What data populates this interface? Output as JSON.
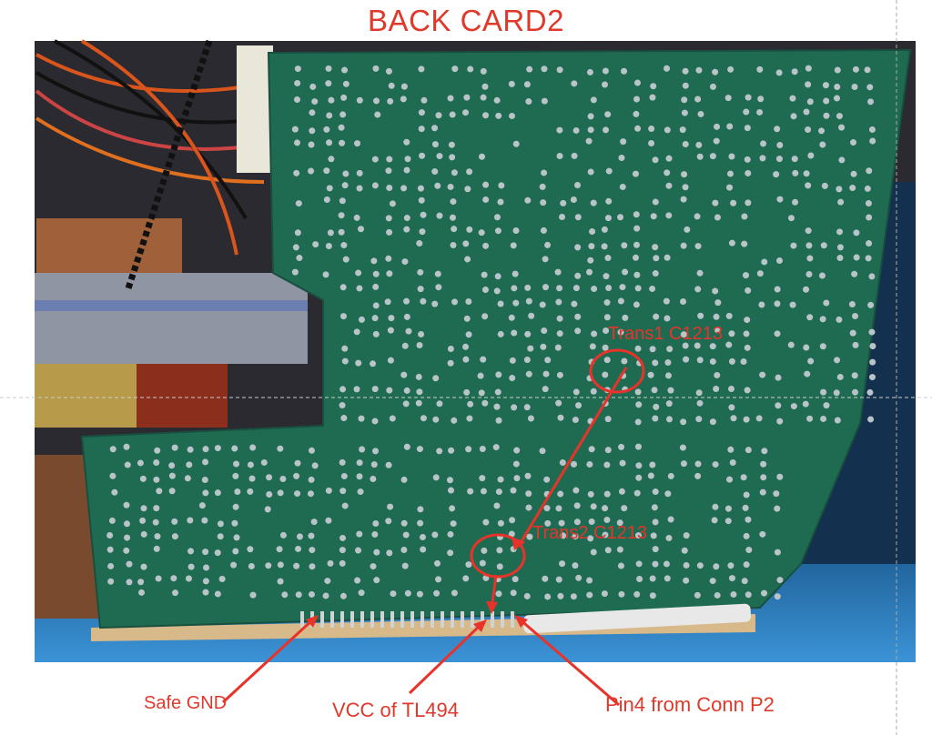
{
  "title": "BACK CARD2",
  "annotations": {
    "trans1": "Trans1 C1213",
    "trans2": "Trans2 C1213",
    "safe_gnd": "Safe GND",
    "vcc": "VCC of TL494",
    "pin4": "Pin4 from Conn P2"
  },
  "colors": {
    "annotation": "#e0392b",
    "pcb": "#1f6b52",
    "mat": "#2f86c9"
  }
}
